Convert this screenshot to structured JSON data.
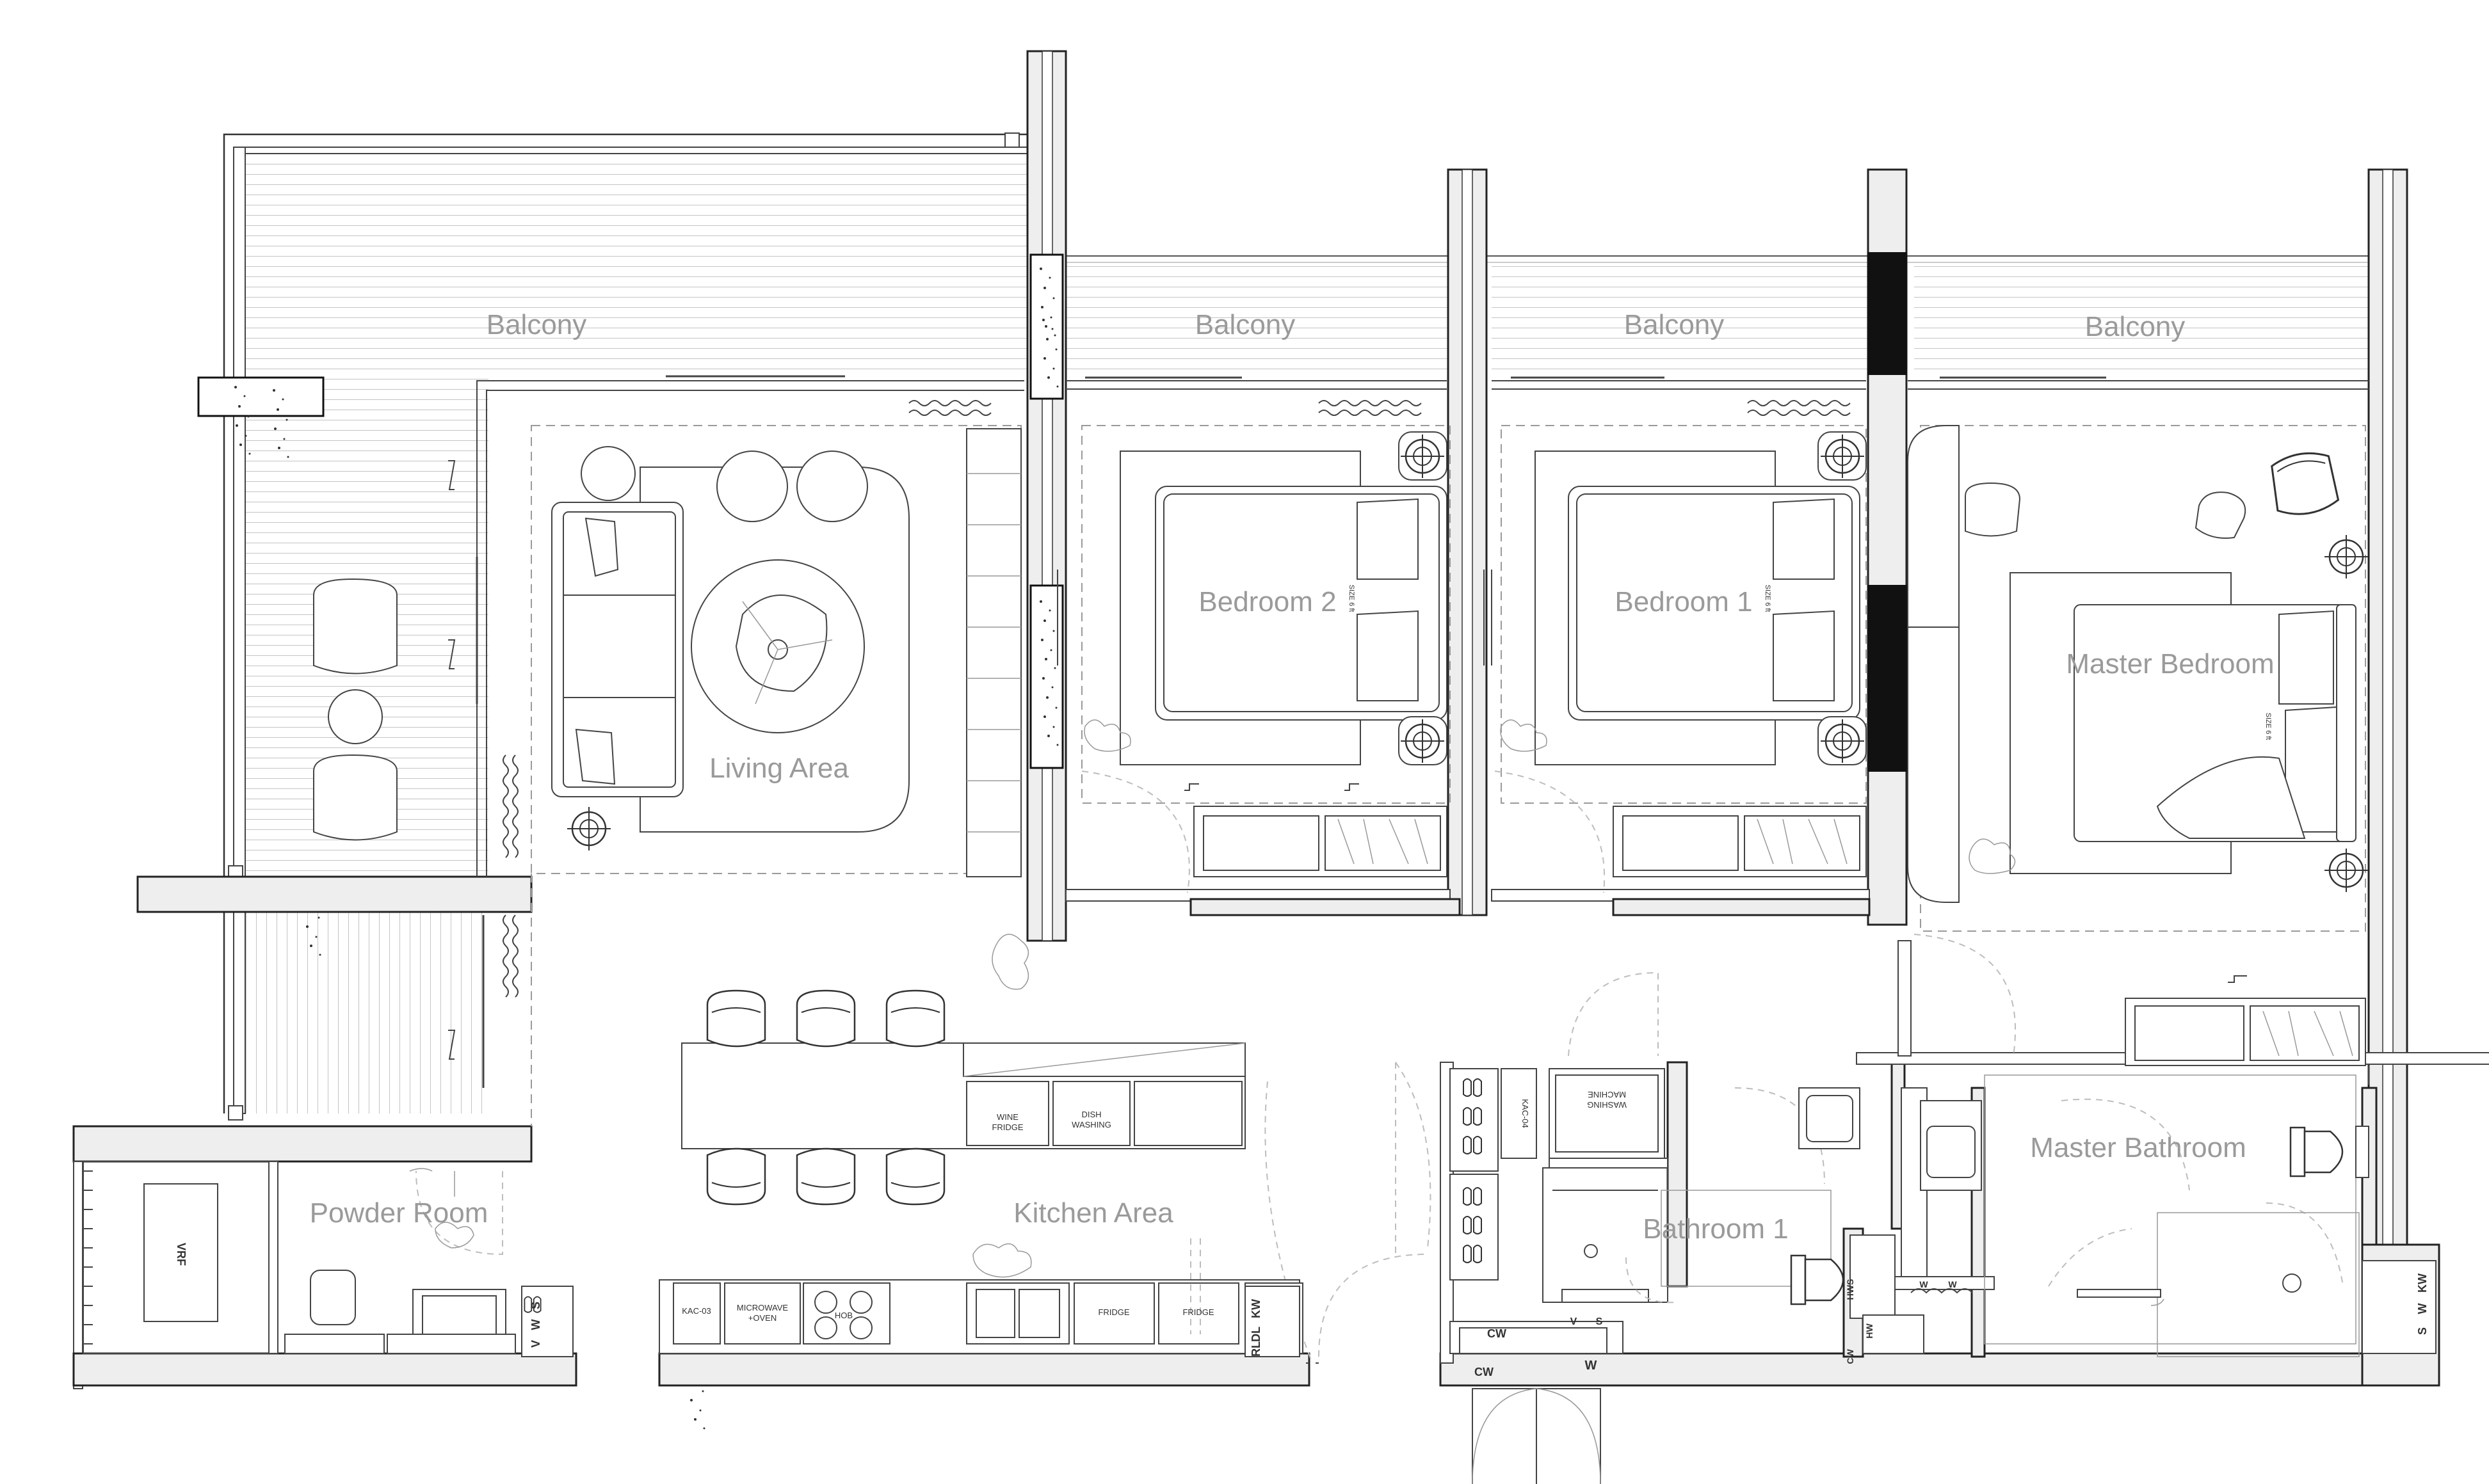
{
  "rooms": {
    "balcony_living": "Balcony",
    "balcony_bed2": "Balcony",
    "balcony_bed1": "Balcony",
    "balcony_master": "Balcony",
    "living_area": "Living Area",
    "bedroom_2": "Bedroom 2",
    "bedroom_1": "Bedroom 1",
    "master_bedroom": "Master Bedroom",
    "powder_room": "Powder Room",
    "kitchen_area": "Kitchen Area",
    "bathroom_1": "Bathroom 1",
    "master_bathroom": "Master Bathroom"
  },
  "appliances": {
    "wine_fridge": [
      "WINE",
      "FRIDGE"
    ],
    "dish_washing": [
      "DISH",
      "WASHING"
    ],
    "microwave_oven": [
      "MICROWAVE",
      "+OVEN"
    ],
    "hob": "HOB",
    "fridge_1": "FRIDGE",
    "fridge_2": "FRIDGE",
    "kac_03": "KAC-03",
    "kac_04": "KAC-04",
    "washing_machine": [
      "WASHING",
      "MACHINE"
    ],
    "vrf": "VRF"
  },
  "bed_size": "SIZE 6 ft",
  "shaft_tags": {
    "s": "S",
    "v": "V",
    "w": "W",
    "kw": "KW",
    "rl": "RL",
    "dl": "DL",
    "cw": "CW",
    "hw": "HW",
    "hws": "HWS"
  }
}
